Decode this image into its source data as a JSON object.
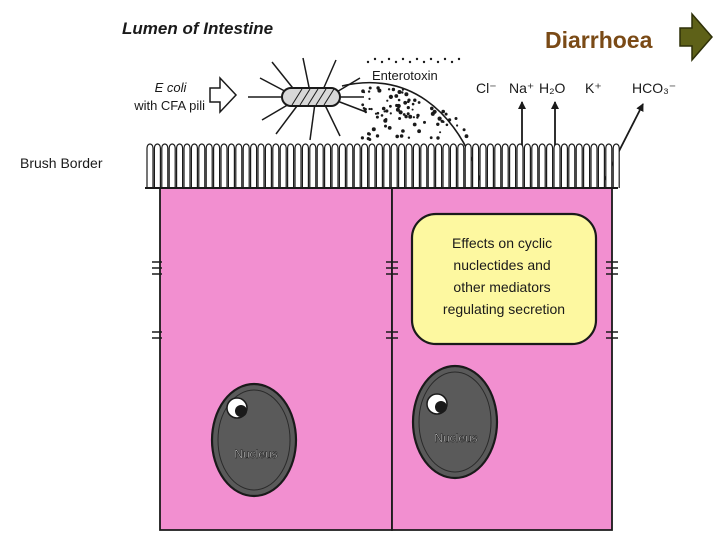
{
  "labels": {
    "lumen": "Lumen of Intestine",
    "diarrhoea": "Diarrhoea",
    "ecoli_line1": "E coli",
    "ecoli_line2": "with CFA pili",
    "enterotoxin": "Enterotoxin",
    "brush_border": "Brush Border",
    "ion_cl": "Cl⁻",
    "ion_na": "Na⁺",
    "ion_h2o": "H₂O",
    "ion_k": "K⁺",
    "ion_hco3": "HCO₃⁻",
    "effects_lines": [
      "Effects on cyclic",
      "nuclectides and",
      "other mediators",
      "regulating secretion"
    ],
    "nucleus_left": "Nucleus",
    "nucleus_right": "Nucleus"
  },
  "colors": {
    "cell": "#f28fd0",
    "effects_box": "#fdf8a0",
    "nucleus": "#5a5a5a",
    "diarrhoea": "#7a4a16",
    "diarrhoea_arrow": "#5e6118"
  }
}
